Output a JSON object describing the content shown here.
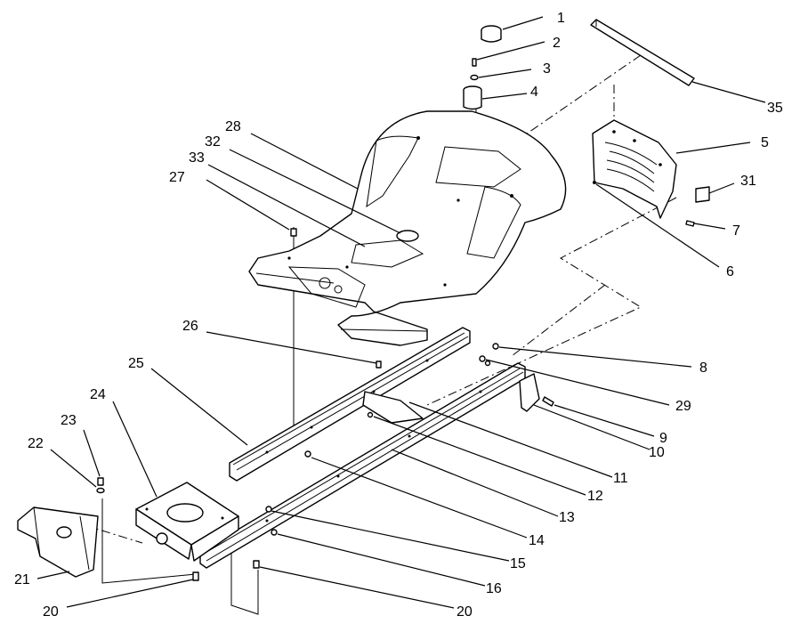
{
  "diagram": {
    "callouts": [
      {
        "id": "c1",
        "text": "1"
      },
      {
        "id": "c2",
        "text": "2"
      },
      {
        "id": "c3",
        "text": "3"
      },
      {
        "id": "c4",
        "text": "4"
      },
      {
        "id": "c35",
        "text": "35"
      },
      {
        "id": "c5",
        "text": "5"
      },
      {
        "id": "c31",
        "text": "31"
      },
      {
        "id": "c7",
        "text": "7"
      },
      {
        "id": "c6",
        "text": "6"
      },
      {
        "id": "c28",
        "text": "28"
      },
      {
        "id": "c32",
        "text": "32"
      },
      {
        "id": "c33",
        "text": "33"
      },
      {
        "id": "c27",
        "text": "27"
      },
      {
        "id": "c26",
        "text": "26"
      },
      {
        "id": "c8",
        "text": "8"
      },
      {
        "id": "c29",
        "text": "29"
      },
      {
        "id": "c9",
        "text": "9"
      },
      {
        "id": "c10",
        "text": "10"
      },
      {
        "id": "c25",
        "text": "25"
      },
      {
        "id": "c11",
        "text": "11"
      },
      {
        "id": "c12",
        "text": "12"
      },
      {
        "id": "c13",
        "text": "13"
      },
      {
        "id": "c24",
        "text": "24"
      },
      {
        "id": "c23",
        "text": "23"
      },
      {
        "id": "c22",
        "text": "22"
      },
      {
        "id": "c14",
        "text": "14"
      },
      {
        "id": "c15",
        "text": "15"
      },
      {
        "id": "c21",
        "text": "21"
      },
      {
        "id": "c16",
        "text": "16"
      },
      {
        "id": "c20a",
        "text": "20"
      },
      {
        "id": "c20b",
        "text": "20"
      }
    ]
  }
}
